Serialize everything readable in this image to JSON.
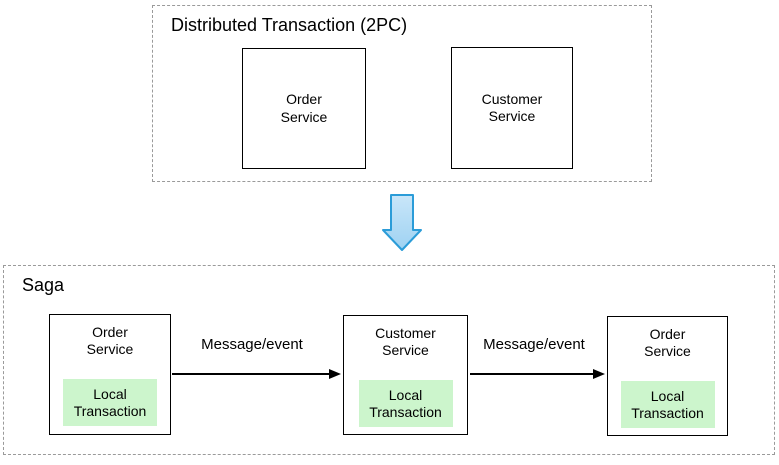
{
  "top_group": {
    "title": "Distributed Transaction (2PC)",
    "boxes": [
      {
        "label": "Order\nService"
      },
      {
        "label": "Customer\nService"
      }
    ]
  },
  "transition": {
    "icon": "thick-down-arrow"
  },
  "saga_group": {
    "title": "Saga",
    "boxes": [
      {
        "label": "Order\nService",
        "inner_label": "Local\nTransaction"
      },
      {
        "label": "Customer\nService",
        "inner_label": "Local\nTransaction"
      },
      {
        "label": "Order\nService",
        "inner_label": "Local\nTransaction"
      }
    ],
    "arrows": [
      {
        "label": "Message/event"
      },
      {
        "label": "Message/event"
      }
    ]
  },
  "colors": {
    "box_border": "#000000",
    "dashed_border": "#9a9a9a",
    "local_transaction_fill": "#ccf5cc",
    "down_arrow_fill_top": "#c9e6f9",
    "down_arrow_fill_bottom": "#9ed2f2",
    "down_arrow_stroke": "#2b9cd8"
  }
}
